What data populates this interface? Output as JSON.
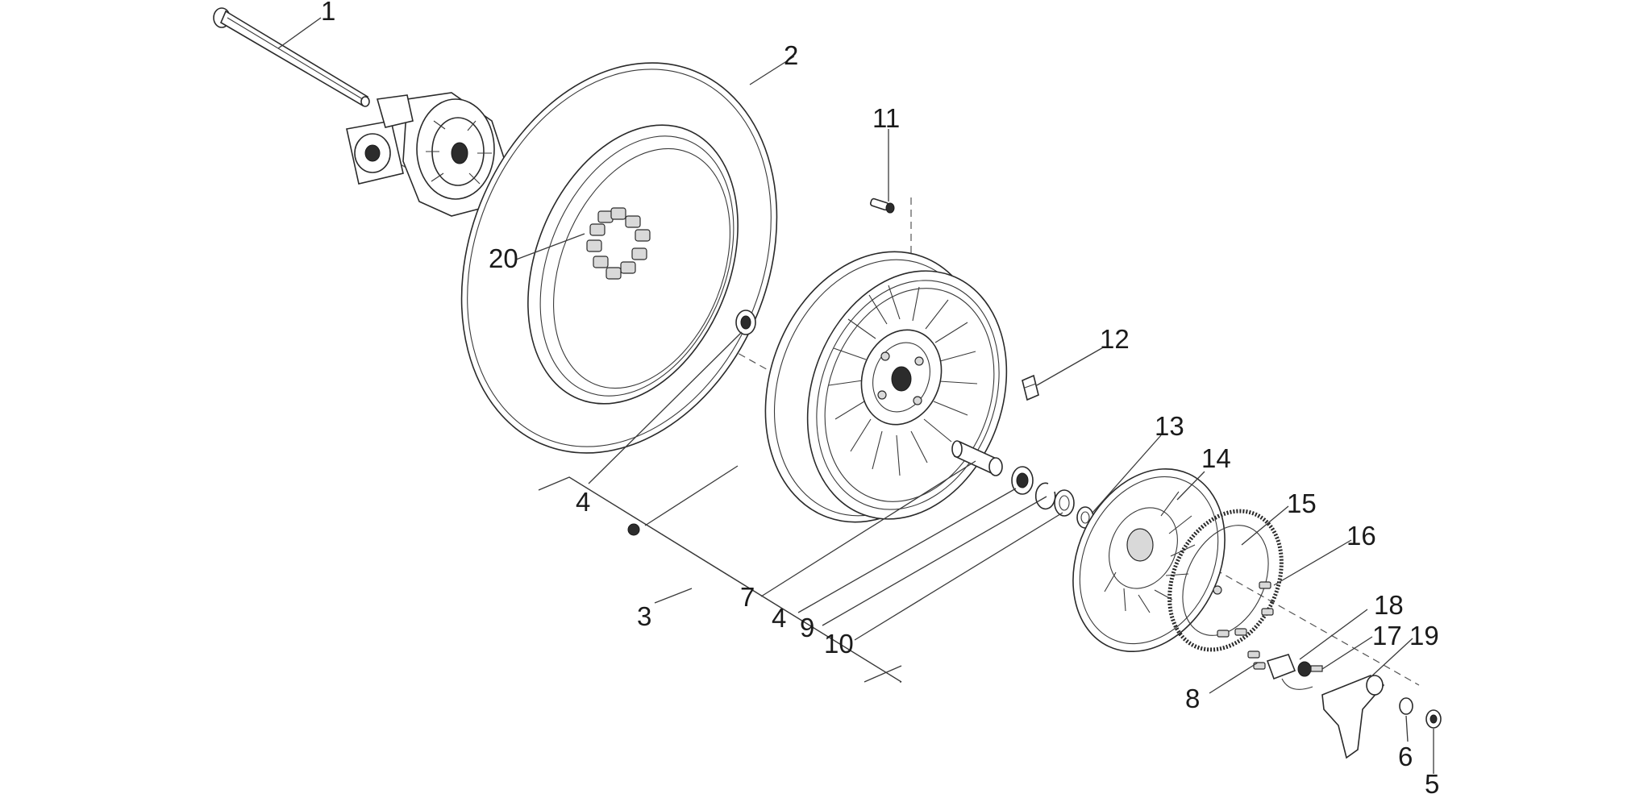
{
  "labels": {
    "p1": "1",
    "p2": "2",
    "p3": "3",
    "p4a": "4",
    "p4b": "4",
    "p5": "5",
    "p6": "6",
    "p7": "7",
    "p8": "8",
    "p9": "9",
    "p10": "10",
    "p11": "11",
    "p12": "12",
    "p13": "13",
    "p14": "14",
    "p15": "15",
    "p16": "16",
    "p17": "17",
    "p18": "18",
    "p19": "19",
    "p20": "20"
  }
}
